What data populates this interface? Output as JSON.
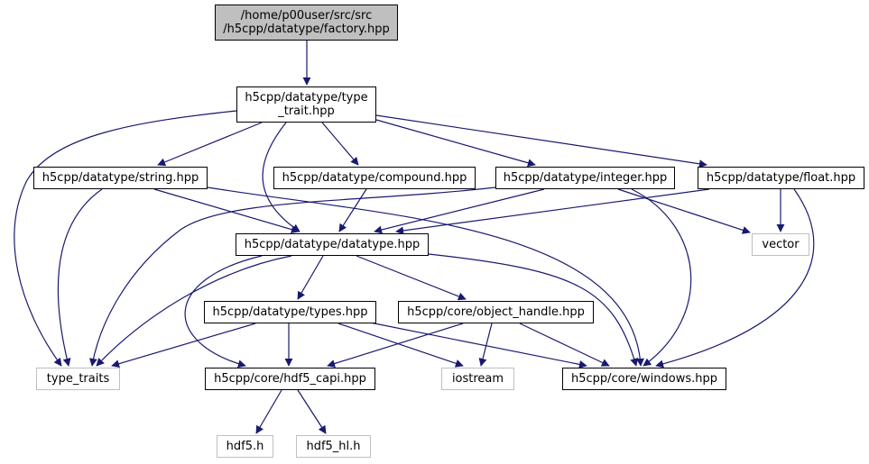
{
  "title": "Include dependency graph for factory.hpp",
  "colors": {
    "edge": "#191970",
    "root_fill": "#bfbfbf",
    "project_border": "#000000",
    "system_border": "#bfbfbf"
  },
  "nodes": [
    {
      "id": "factory",
      "label": "/home/p00user/src/src\n/h5cpp/datatype/factory.hpp",
      "kind": "root"
    },
    {
      "id": "type_trait",
      "label": "h5cpp/datatype/type\n_trait.hpp",
      "kind": "project"
    },
    {
      "id": "string",
      "label": "h5cpp/datatype/string.hpp",
      "kind": "project"
    },
    {
      "id": "compound",
      "label": "h5cpp/datatype/compound.hpp",
      "kind": "project"
    },
    {
      "id": "integer",
      "label": "h5cpp/datatype/integer.hpp",
      "kind": "project"
    },
    {
      "id": "float",
      "label": "h5cpp/datatype/float.hpp",
      "kind": "project"
    },
    {
      "id": "datatype",
      "label": "h5cpp/datatype/datatype.hpp",
      "kind": "project"
    },
    {
      "id": "vector",
      "label": "vector",
      "kind": "system"
    },
    {
      "id": "types",
      "label": "h5cpp/datatype/types.hpp",
      "kind": "project"
    },
    {
      "id": "object_handle",
      "label": "h5cpp/core/object_handle.hpp",
      "kind": "project"
    },
    {
      "id": "type_traits",
      "label": "type_traits",
      "kind": "system"
    },
    {
      "id": "hdf5_capi",
      "label": "h5cpp/core/hdf5_capi.hpp",
      "kind": "project"
    },
    {
      "id": "iostream",
      "label": "iostream",
      "kind": "system"
    },
    {
      "id": "windows",
      "label": "h5cpp/core/windows.hpp",
      "kind": "project"
    },
    {
      "id": "hdf5_h",
      "label": "hdf5.h",
      "kind": "system"
    },
    {
      "id": "hdf5_hl_h",
      "label": "hdf5_hl.h",
      "kind": "system"
    }
  ],
  "edges": [
    [
      "factory",
      "type_trait"
    ],
    [
      "type_trait",
      "type_traits"
    ],
    [
      "type_trait",
      "string"
    ],
    [
      "type_trait",
      "datatype"
    ],
    [
      "type_trait",
      "compound"
    ],
    [
      "type_trait",
      "integer"
    ],
    [
      "type_trait",
      "float"
    ],
    [
      "string",
      "type_traits"
    ],
    [
      "string",
      "datatype"
    ],
    [
      "string",
      "windows"
    ],
    [
      "compound",
      "datatype"
    ],
    [
      "integer",
      "type_traits"
    ],
    [
      "integer",
      "datatype"
    ],
    [
      "integer",
      "vector"
    ],
    [
      "integer",
      "windows"
    ],
    [
      "float",
      "datatype"
    ],
    [
      "float",
      "vector"
    ],
    [
      "float",
      "windows"
    ],
    [
      "datatype",
      "type_traits"
    ],
    [
      "datatype",
      "hdf5_capi"
    ],
    [
      "datatype",
      "types"
    ],
    [
      "datatype",
      "object_handle"
    ],
    [
      "datatype",
      "windows"
    ],
    [
      "types",
      "type_traits"
    ],
    [
      "types",
      "hdf5_capi"
    ],
    [
      "types",
      "iostream"
    ],
    [
      "types",
      "windows"
    ],
    [
      "object_handle",
      "hdf5_capi"
    ],
    [
      "object_handle",
      "iostream"
    ],
    [
      "object_handle",
      "windows"
    ],
    [
      "hdf5_capi",
      "hdf5_h"
    ],
    [
      "hdf5_capi",
      "hdf5_hl_h"
    ]
  ]
}
